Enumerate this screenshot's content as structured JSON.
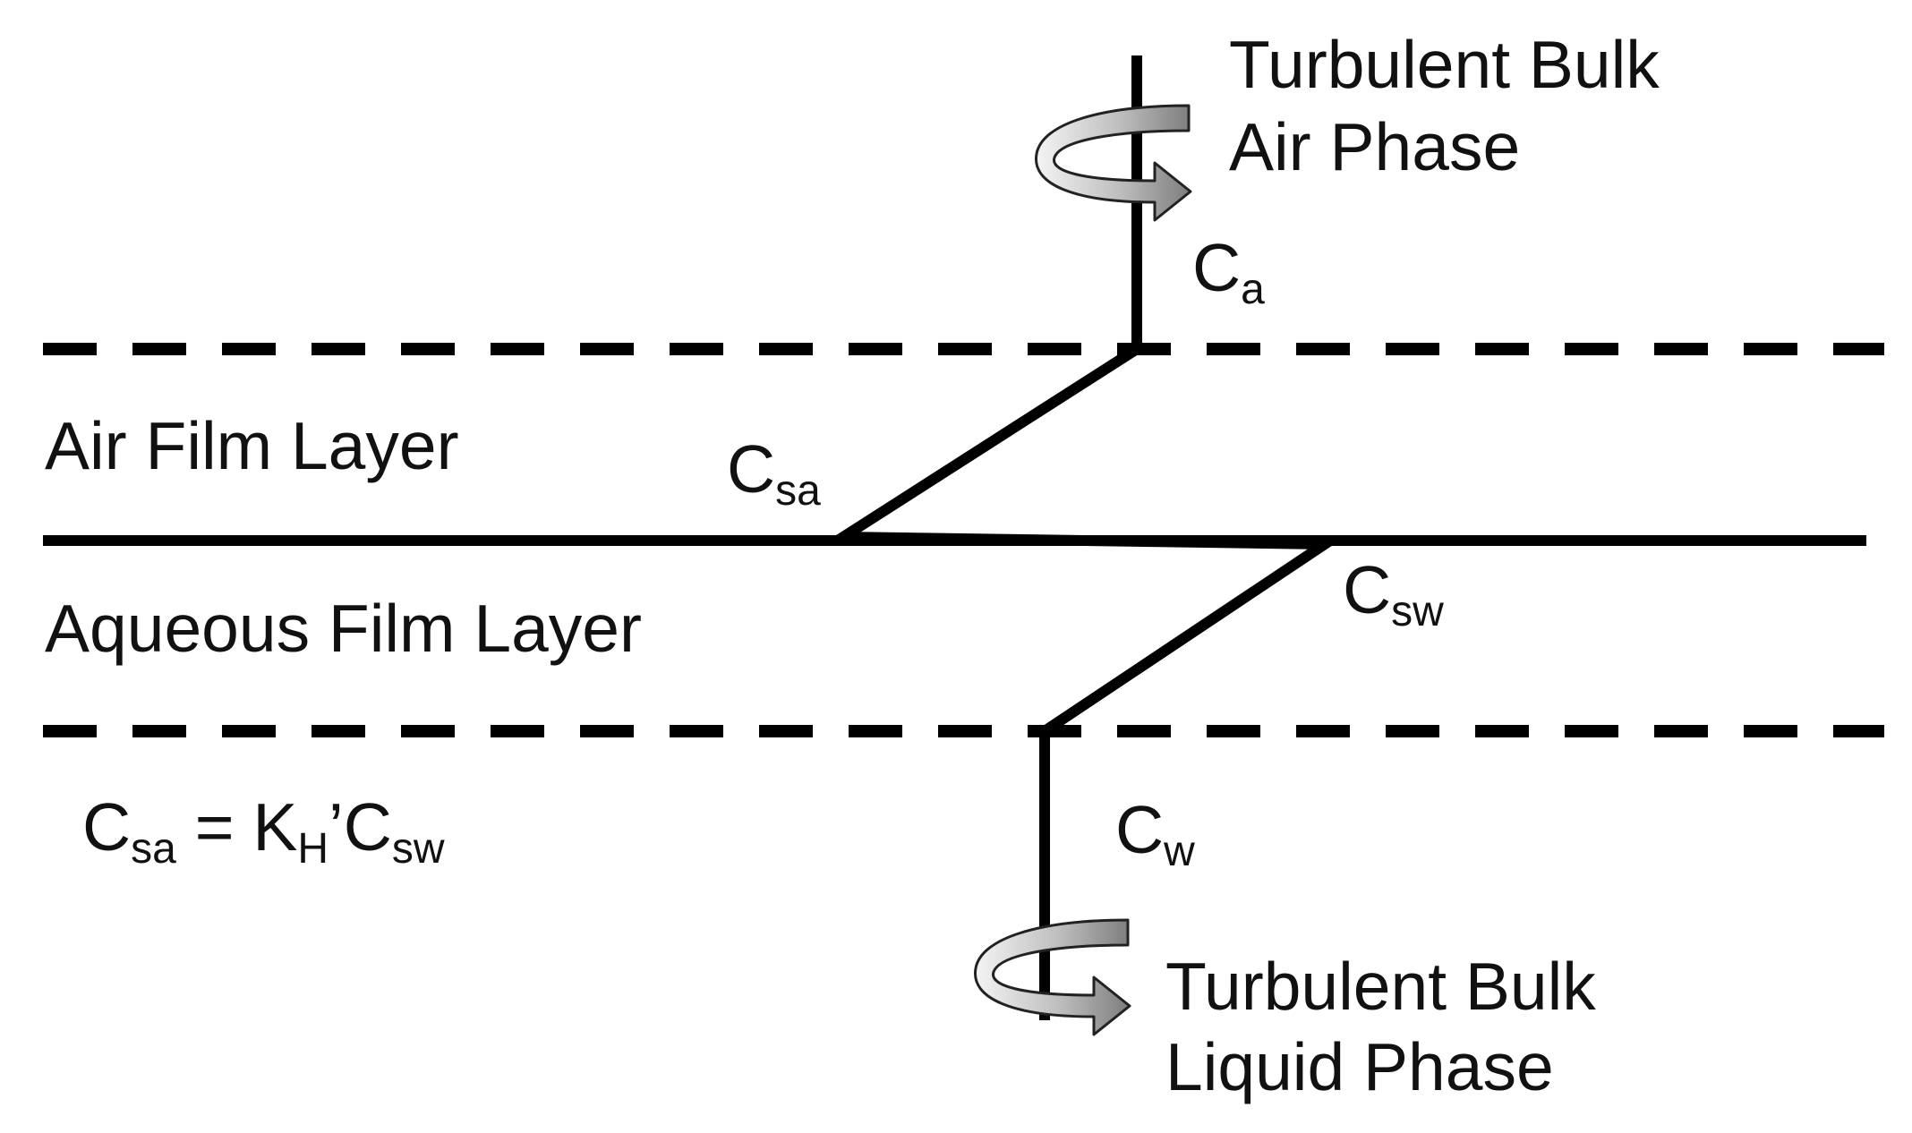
{
  "colors": {
    "line": "#000000",
    "text": "#111111",
    "arrow_dark": "#8a8a8a",
    "arrow_light": "#f2f2f2"
  },
  "labels": {
    "bulk_air_line1": "Turbulent Bulk",
    "bulk_air_line2": "Air Phase",
    "air_film": "Air Film Layer",
    "aqueous_film": "Aqueous Film Layer",
    "bulk_liquid_line1": "Turbulent Bulk",
    "bulk_liquid_line2": "Liquid Phase"
  },
  "concentrations": {
    "ca": {
      "main": "C",
      "sub": "a"
    },
    "csa": {
      "main": "C",
      "sub": "sa"
    },
    "csw": {
      "main": "C",
      "sub": "sw"
    },
    "cw": {
      "main": "C",
      "sub": "w"
    }
  },
  "equation": {
    "lhs_main": "C",
    "lhs_sub": "sa",
    "equals": " = K",
    "kh_sub": "H",
    "rhs_main": "’C",
    "rhs_sub": "sw"
  }
}
